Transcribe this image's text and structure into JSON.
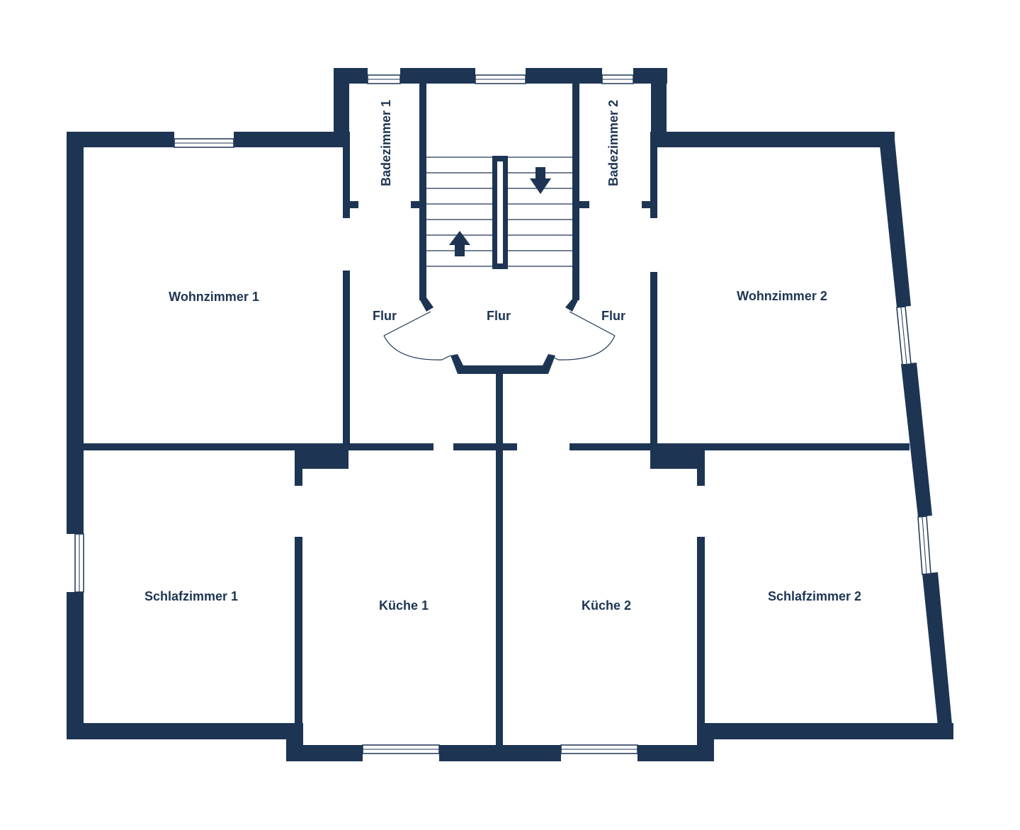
{
  "plan": {
    "wall_color": "#1d3553",
    "background": "#ffffff",
    "rooms": [
      {
        "id": "wohnzimmer-1",
        "label": "Wohnzimmer 1"
      },
      {
        "id": "wohnzimmer-2",
        "label": "Wohnzimmer 2"
      },
      {
        "id": "badezimmer-1",
        "label": "Badezimmer 1"
      },
      {
        "id": "badezimmer-2",
        "label": "Badezimmer 2"
      },
      {
        "id": "flur-left",
        "label": "Flur"
      },
      {
        "id": "flur-center",
        "label": "Flur"
      },
      {
        "id": "flur-right",
        "label": "Flur"
      },
      {
        "id": "schlafzimmer-1",
        "label": "Schlafzimmer 1"
      },
      {
        "id": "schlafzimmer-2",
        "label": "Schlafzimmer 2"
      },
      {
        "id": "kueche-1",
        "label": "Küche 1"
      },
      {
        "id": "kueche-2",
        "label": "Küche 2"
      }
    ],
    "icons": [
      "stair-up-arrow-icon",
      "stair-down-arrow-icon"
    ]
  }
}
